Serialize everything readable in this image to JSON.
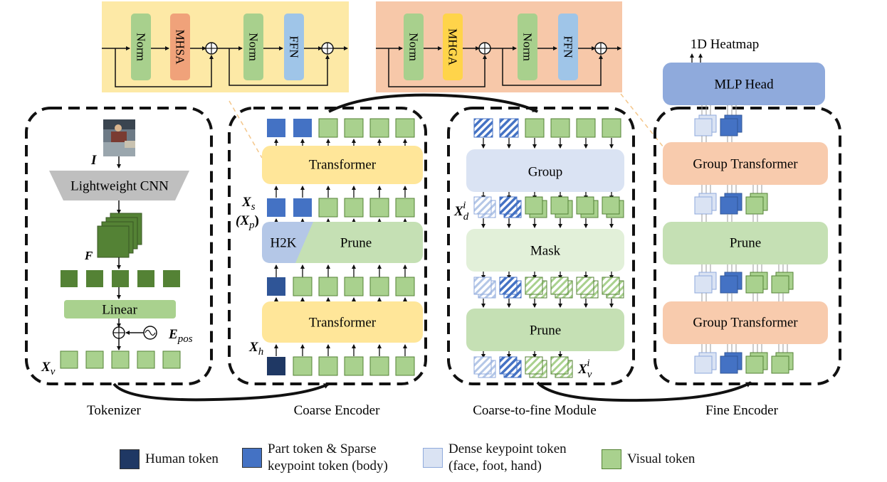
{
  "blocks": {
    "norm": "Norm",
    "mhsa": "MHSA",
    "mhga": "MHGA",
    "ffn": "FFN"
  },
  "tokenizer": {
    "caption": "Tokenizer",
    "image_symbol": "I",
    "cnn_label": "Lightweight CNN",
    "feature_symbol": "F",
    "linear_label": "Linear",
    "pos_symbol": "E",
    "pos_sub": "pos",
    "xv_symbol": "X",
    "xv_sub": "v"
  },
  "coarse_encoder": {
    "caption": "Coarse Encoder",
    "transformer_label": "Transformer",
    "h2k_label": "H2K",
    "prune_label": "Prune",
    "xs_symbol": "X",
    "xs_sub": "s",
    "xp_symbol": "(X",
    "xp_sub": "p",
    "xp_close": ")",
    "xh_symbol": "X",
    "xh_sub": "h"
  },
  "coarse_to_fine": {
    "caption": "Coarse-to-fine Module",
    "group_label": "Group",
    "mask_label": "Mask",
    "prune_label": "Prune",
    "xd_symbol": "X",
    "xd_sub": "d",
    "xd_sup": "i",
    "xv_symbol": "X",
    "xv_sub": "v",
    "xv_sup": "i"
  },
  "fine_encoder": {
    "caption": "Fine Encoder",
    "output_label": "1D Heatmap",
    "head_label": "MLP Head",
    "group_transformer_label": "Group Transformer",
    "prune_label": "Prune"
  },
  "legend": {
    "human": "Human token",
    "part_line1": "Part token & Sparse",
    "part_line2": "keypoint token (body)",
    "dense_line1": "Dense keypoint token",
    "dense_line2": "(face, foot, hand)",
    "visual": "Visual token"
  },
  "colors": {
    "yellow_panel": "#fde9a6",
    "orange_panel": "#f7c8a9",
    "norm_green": "#a8d08d",
    "mhsa_red": "#f0a27a",
    "mhga_yellow": "#ffd44a",
    "ffn_blue": "#9fc5e8",
    "human_token": "#1f3864",
    "part_token": "#4472c4",
    "dense_token": "#dae3f3",
    "visual_token": "#a9d18e",
    "dark_green": "#548235",
    "mlp_head": "#8faadc",
    "group_transformer": "#f8cbad",
    "prune_green": "#c5e0b4",
    "transformer_yellow": "#ffe699",
    "group_blue": "#dae3f3",
    "mask_green": "#e2f0d9"
  }
}
